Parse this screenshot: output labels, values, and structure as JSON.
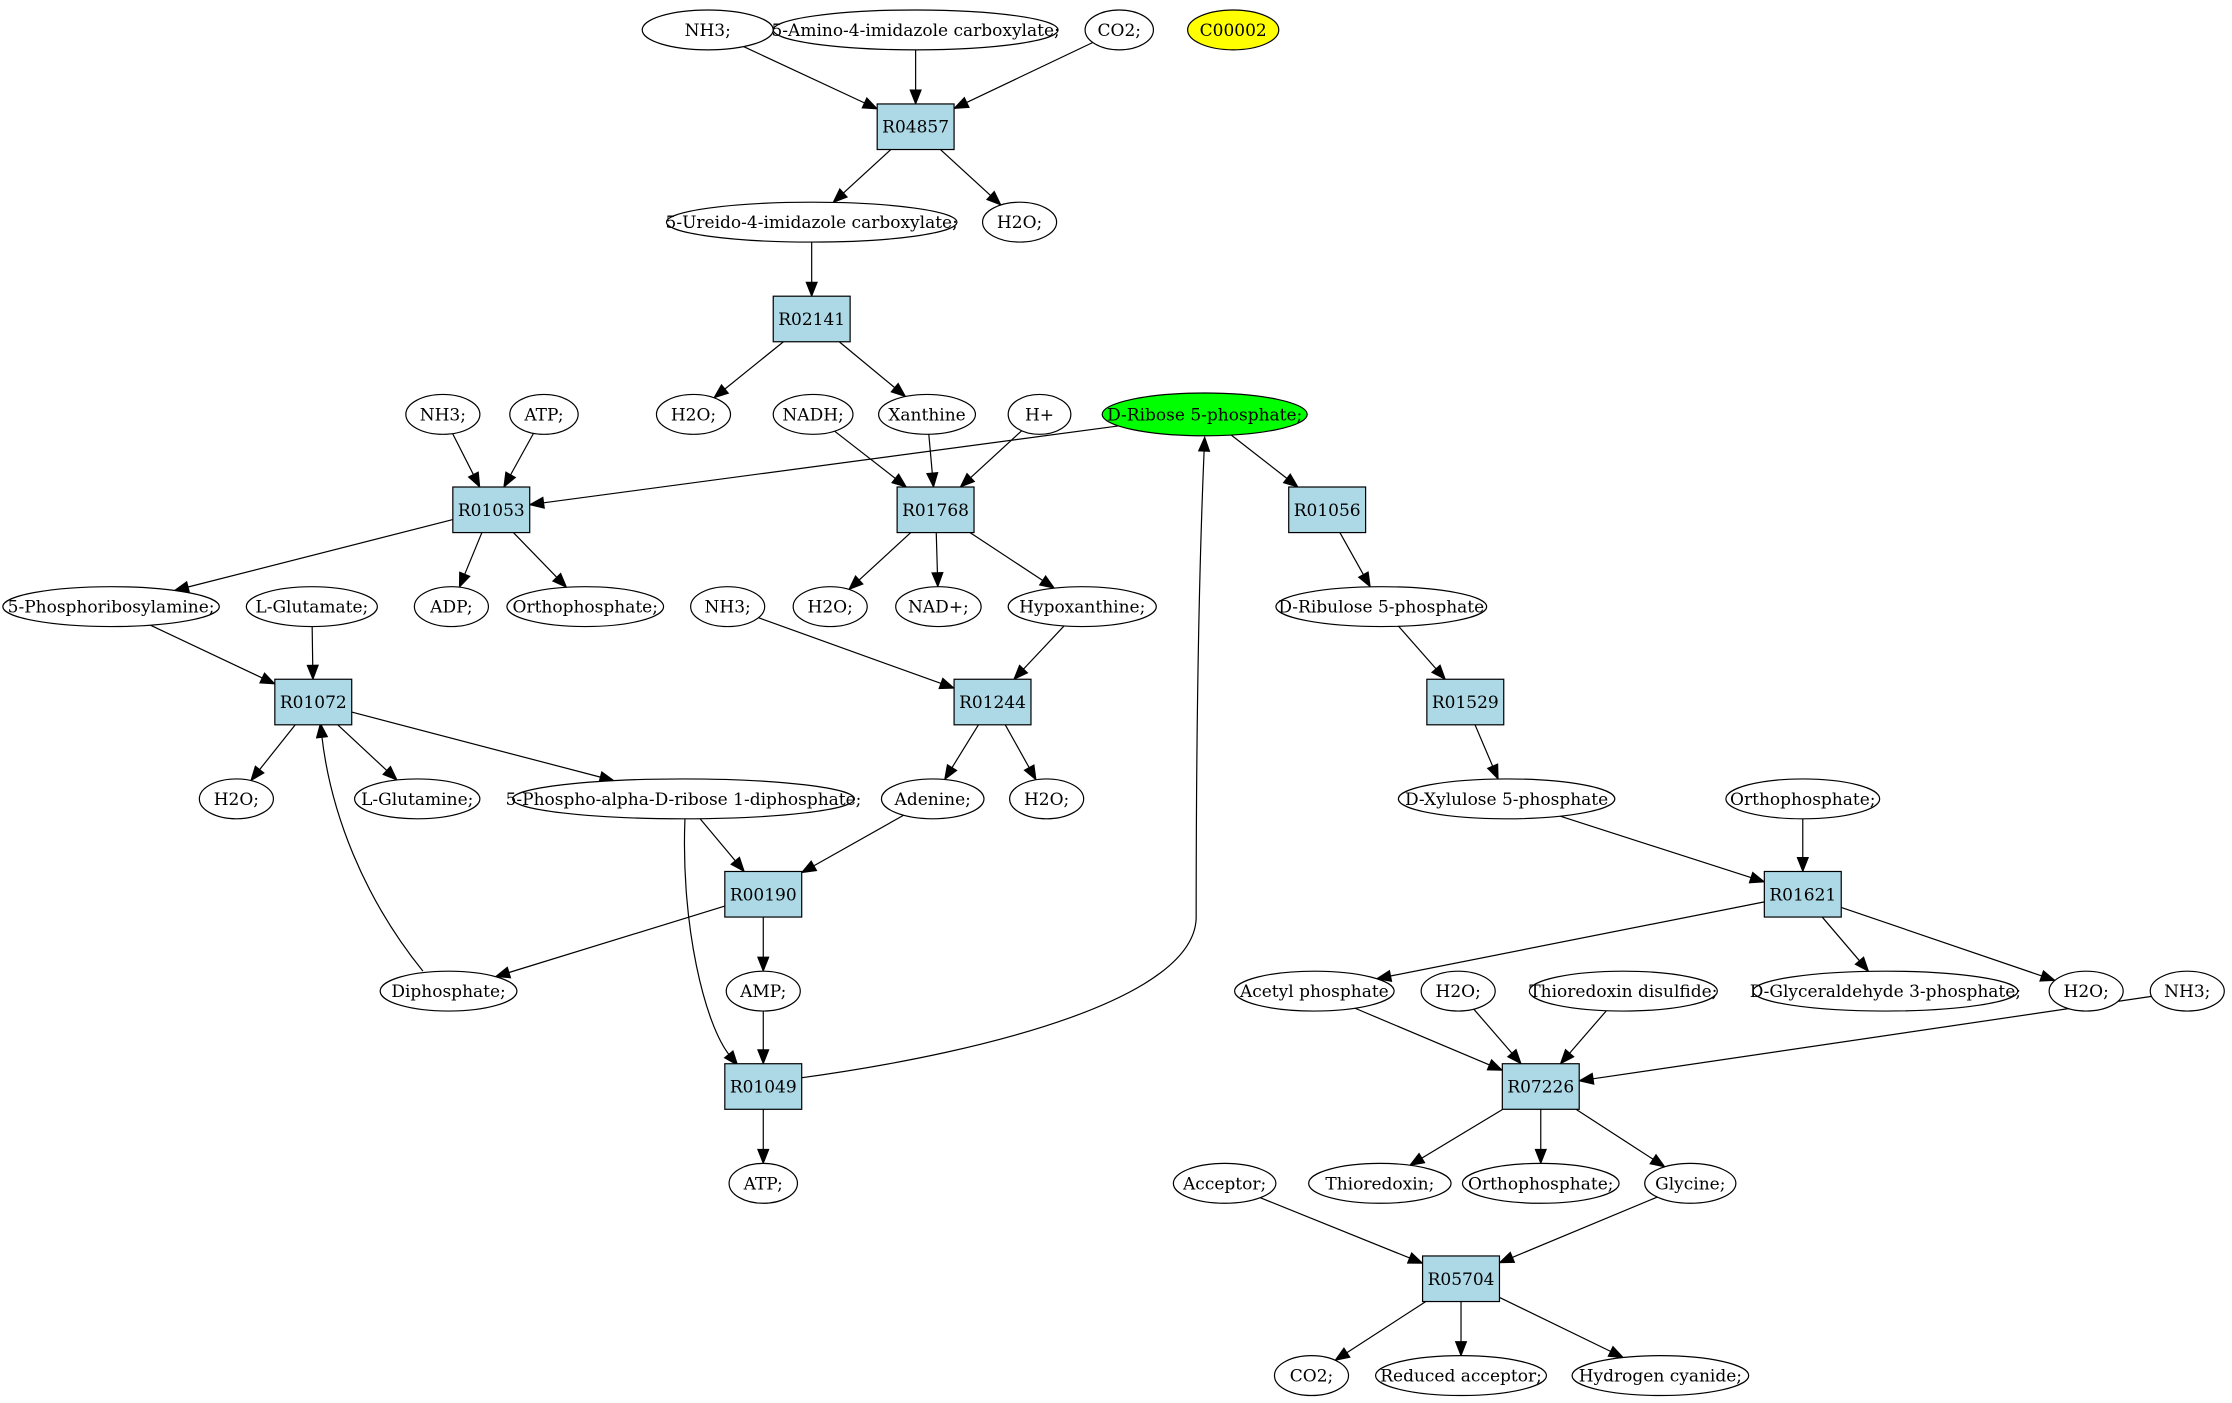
{
  "colors": {
    "reaction": "#add8e6",
    "compound": "#ffffff",
    "start": "#00ff00",
    "target": "#ffff00",
    "stroke": "#000000"
  },
  "nodes": [
    {
      "id": "m_nh3_a",
      "label": "NH3;",
      "kind": "compound"
    },
    {
      "id": "m_aica",
      "label": "5-Amino-4-imidazole carboxylate;",
      "kind": "compound"
    },
    {
      "id": "m_co2_a",
      "label": "CO2;",
      "kind": "compound"
    },
    {
      "id": "m_c00002",
      "label": "C00002",
      "kind": "target"
    },
    {
      "id": "r04857",
      "label": "R04857",
      "kind": "reaction"
    },
    {
      "id": "m_uica",
      "label": "5-Ureido-4-imidazole carboxylate;",
      "kind": "compound"
    },
    {
      "id": "m_h2o_a",
      "label": "H2O;",
      "kind": "compound"
    },
    {
      "id": "r02141",
      "label": "R02141",
      "kind": "reaction"
    },
    {
      "id": "m_nh3_b",
      "label": "NH3;",
      "kind": "compound"
    },
    {
      "id": "m_atp_a",
      "label": "ATP;",
      "kind": "compound"
    },
    {
      "id": "m_h2o_b",
      "label": "H2O;",
      "kind": "compound"
    },
    {
      "id": "m_nadh",
      "label": "NADH;",
      "kind": "compound"
    },
    {
      "id": "m_xanthine",
      "label": "Xanthine",
      "kind": "compound"
    },
    {
      "id": "m_hplus",
      "label": "H+",
      "kind": "compound"
    },
    {
      "id": "m_rib5p",
      "label": "D-Ribose 5-phosphate;",
      "kind": "start"
    },
    {
      "id": "r01053",
      "label": "R01053",
      "kind": "reaction"
    },
    {
      "id": "r01768",
      "label": "R01768",
      "kind": "reaction"
    },
    {
      "id": "r01056",
      "label": "R01056",
      "kind": "reaction"
    },
    {
      "id": "m_prpp_amine",
      "label": "5-Phosphoribosylamine;",
      "kind": "compound"
    },
    {
      "id": "m_glu",
      "label": "L-Glutamate;",
      "kind": "compound"
    },
    {
      "id": "m_adp",
      "label": "ADP;",
      "kind": "compound"
    },
    {
      "id": "m_pi_a",
      "label": "Orthophosphate;",
      "kind": "compound"
    },
    {
      "id": "m_nh3_c",
      "label": "NH3;",
      "kind": "compound"
    },
    {
      "id": "m_h2o_c",
      "label": "H2O;",
      "kind": "compound"
    },
    {
      "id": "m_nadplus",
      "label": "NAD+;",
      "kind": "compound"
    },
    {
      "id": "m_hypox",
      "label": "Hypoxanthine;",
      "kind": "compound"
    },
    {
      "id": "m_ribu5p",
      "label": "D-Ribulose 5-phosphate",
      "kind": "compound"
    },
    {
      "id": "r01072",
      "label": "R01072",
      "kind": "reaction"
    },
    {
      "id": "r01244",
      "label": "R01244",
      "kind": "reaction"
    },
    {
      "id": "r01529",
      "label": "R01529",
      "kind": "reaction"
    },
    {
      "id": "m_h2o_d",
      "label": "H2O;",
      "kind": "compound"
    },
    {
      "id": "m_gln",
      "label": "L-Glutamine;",
      "kind": "compound"
    },
    {
      "id": "m_prpp",
      "label": "5-Phospho-alpha-D-ribose 1-diphosphate;",
      "kind": "compound"
    },
    {
      "id": "m_adenine",
      "label": "Adenine;",
      "kind": "compound"
    },
    {
      "id": "m_h2o_e",
      "label": "H2O;",
      "kind": "compound"
    },
    {
      "id": "m_xyl5p",
      "label": "D-Xylulose 5-phosphate",
      "kind": "compound"
    },
    {
      "id": "m_pi_b",
      "label": "Orthophosphate;",
      "kind": "compound"
    },
    {
      "id": "r00190",
      "label": "R00190",
      "kind": "reaction"
    },
    {
      "id": "r01621",
      "label": "R01621",
      "kind": "reaction"
    },
    {
      "id": "m_ppi",
      "label": "Diphosphate;",
      "kind": "compound"
    },
    {
      "id": "m_amp",
      "label": "AMP;",
      "kind": "compound"
    },
    {
      "id": "m_acp",
      "label": "Acetyl phosphate",
      "kind": "compound"
    },
    {
      "id": "m_h2o_f",
      "label": "H2O;",
      "kind": "compound"
    },
    {
      "id": "m_trxss",
      "label": "Thioredoxin disulfide;",
      "kind": "compound"
    },
    {
      "id": "m_g3p",
      "label": "D-Glyceraldehyde 3-phosphate;",
      "kind": "compound"
    },
    {
      "id": "m_h2o_g",
      "label": "H2O;",
      "kind": "compound"
    },
    {
      "id": "m_nh3_d",
      "label": "NH3;",
      "kind": "compound"
    },
    {
      "id": "r01049",
      "label": "R01049",
      "kind": "reaction"
    },
    {
      "id": "r07226",
      "label": "R07226",
      "kind": "reaction"
    },
    {
      "id": "m_atp_b",
      "label": "ATP;",
      "kind": "compound"
    },
    {
      "id": "m_acceptor",
      "label": "Acceptor;",
      "kind": "compound"
    },
    {
      "id": "m_trx",
      "label": "Thioredoxin;",
      "kind": "compound"
    },
    {
      "id": "m_pi_c",
      "label": "Orthophosphate;",
      "kind": "compound"
    },
    {
      "id": "m_gly",
      "label": "Glycine;",
      "kind": "compound"
    },
    {
      "id": "r05704",
      "label": "R05704",
      "kind": "reaction"
    },
    {
      "id": "m_co2_b",
      "label": "CO2;",
      "kind": "compound"
    },
    {
      "id": "m_redacc",
      "label": "Reduced acceptor;",
      "kind": "compound"
    },
    {
      "id": "m_hcn",
      "label": "Hydrogen cyanide;",
      "kind": "compound"
    }
  ],
  "edges": [
    [
      "m_nh3_a",
      "r04857"
    ],
    [
      "m_aica",
      "r04857"
    ],
    [
      "m_co2_a",
      "r04857"
    ],
    [
      "r04857",
      "m_uica"
    ],
    [
      "r04857",
      "m_h2o_a"
    ],
    [
      "m_uica",
      "r02141"
    ],
    [
      "r02141",
      "m_h2o_b"
    ],
    [
      "r02141",
      "m_xanthine"
    ],
    [
      "m_nh3_b",
      "r01053"
    ],
    [
      "m_atp_a",
      "r01053"
    ],
    [
      "m_rib5p",
      "r01053"
    ],
    [
      "m_nadh",
      "r01768"
    ],
    [
      "m_xanthine",
      "r01768"
    ],
    [
      "m_hplus",
      "r01768"
    ],
    [
      "m_rib5p",
      "r01056"
    ],
    [
      "r01053",
      "m_prpp_amine"
    ],
    [
      "r01053",
      "m_adp"
    ],
    [
      "r01053",
      "m_pi_a"
    ],
    [
      "r01768",
      "m_h2o_c"
    ],
    [
      "r01768",
      "m_nadplus"
    ],
    [
      "r01768",
      "m_hypox"
    ],
    [
      "r01056",
      "m_ribu5p"
    ],
    [
      "m_prpp_amine",
      "r01072"
    ],
    [
      "m_glu",
      "r01072"
    ],
    [
      "m_ppi",
      "r01072"
    ],
    [
      "m_nh3_c",
      "r01244"
    ],
    [
      "m_hypox",
      "r01244"
    ],
    [
      "m_ribu5p",
      "r01529"
    ],
    [
      "r01072",
      "m_h2o_d"
    ],
    [
      "r01072",
      "m_gln"
    ],
    [
      "r01072",
      "m_prpp"
    ],
    [
      "r01244",
      "m_adenine"
    ],
    [
      "r01244",
      "m_h2o_e"
    ],
    [
      "r01529",
      "m_xyl5p"
    ],
    [
      "m_prpp",
      "r00190"
    ],
    [
      "m_adenine",
      "r00190"
    ],
    [
      "m_prpp",
      "r01049"
    ],
    [
      "m_xyl5p",
      "r01621"
    ],
    [
      "m_pi_b",
      "r01621"
    ],
    [
      "r00190",
      "m_ppi"
    ],
    [
      "r00190",
      "m_amp"
    ],
    [
      "r01621",
      "m_acp"
    ],
    [
      "r01621",
      "m_g3p"
    ],
    [
      "r01621",
      "m_h2o_g"
    ],
    [
      "m_amp",
      "r01049"
    ],
    [
      "r01049",
      "m_atp_b"
    ],
    [
      "r01049",
      "m_rib5p"
    ],
    [
      "m_acp",
      "r07226"
    ],
    [
      "m_h2o_f",
      "r07226"
    ],
    [
      "m_trxss",
      "r07226"
    ],
    [
      "m_nh3_d",
      "r07226"
    ],
    [
      "r07226",
      "m_trx"
    ],
    [
      "r07226",
      "m_pi_c"
    ],
    [
      "r07226",
      "m_gly"
    ],
    [
      "m_acceptor",
      "r05704"
    ],
    [
      "m_gly",
      "r05704"
    ],
    [
      "r05704",
      "m_co2_b"
    ],
    [
      "r05704",
      "m_redacc"
    ],
    [
      "r05704",
      "m_hcn"
    ]
  ]
}
